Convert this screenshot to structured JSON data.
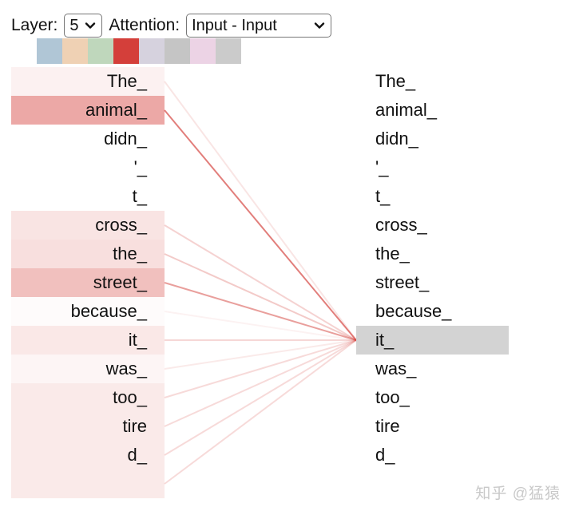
{
  "controls": {
    "layer_label": "Layer:",
    "layer_value": "5",
    "attention_label": "Attention:",
    "attention_value": "Input - Input"
  },
  "head_colors": [
    "#b0c6d6",
    "#efd1b4",
    "#bfd7bc",
    "#d43f3a",
    "#d6d2de",
    "#c5c5c5",
    "#ecd3e5",
    "#cbcbcb"
  ],
  "left_tokens": [
    {
      "text": "The_",
      "weight": 0.07
    },
    {
      "text": "animal_",
      "weight": 0.45
    },
    {
      "text": "didn_",
      "weight": 0.0
    },
    {
      "text": "'_",
      "weight": 0.0
    },
    {
      "text": "t_",
      "weight": 0.0
    },
    {
      "text": "cross_",
      "weight": 0.14
    },
    {
      "text": "the_",
      "weight": 0.17
    },
    {
      "text": "street_",
      "weight": 0.33
    },
    {
      "text": "because_",
      "weight": 0.02
    },
    {
      "text": "it_",
      "weight": 0.12
    },
    {
      "text": "was_",
      "weight": 0.05
    },
    {
      "text": "too_",
      "weight": 0.11
    },
    {
      "text": "tire",
      "weight": 0.11
    },
    {
      "text": "d_",
      "weight": 0.11
    },
    {
      "text": "",
      "weight": 0.11
    }
  ],
  "right_tokens": [
    "The_",
    "animal_",
    "didn_",
    "'_",
    "t_",
    "cross_",
    "the_",
    "street_",
    "because_",
    "it_",
    "was_",
    "too_",
    "tire",
    "d_"
  ],
  "selected_token_index": 9,
  "attention_color": "#d43f3a",
  "watermark": "知乎 @猛猿"
}
